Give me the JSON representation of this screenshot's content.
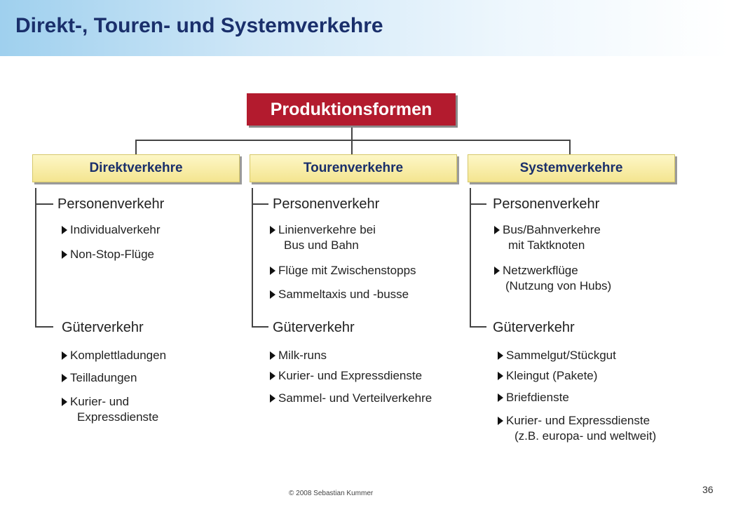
{
  "title": "Direkt-, Touren- und Systemverkehre",
  "root": "Produktionsformen",
  "columns": [
    {
      "label": "Direktverkehre",
      "passenger": {
        "heading": "Personenverkehr",
        "items": [
          {
            "lines": [
              "Individualverkehr"
            ]
          },
          {
            "lines": [
              "Non-Stop-Flüge"
            ]
          }
        ]
      },
      "freight": {
        "heading": "Güterverkehr",
        "items": [
          {
            "lines": [
              "Komplettladungen"
            ]
          },
          {
            "lines": [
              "Teilladungen"
            ]
          },
          {
            "lines": [
              "Kurier- und",
              "Expressdienste"
            ]
          }
        ]
      }
    },
    {
      "label": "Tourenverkehre",
      "passenger": {
        "heading": "Personenverkehr",
        "items": [
          {
            "lines": [
              "Linienverkehre bei",
              "Bus und Bahn"
            ]
          },
          {
            "lines": [
              "Flüge mit Zwischenstopps"
            ]
          },
          {
            "lines": [
              "Sammeltaxis und -busse"
            ]
          }
        ]
      },
      "freight": {
        "heading": "Güterverkehr",
        "items": [
          {
            "lines": [
              "Milk-runs"
            ]
          },
          {
            "lines": [
              "Kurier- und Expressdienste"
            ]
          },
          {
            "lines": [
              "Sammel- und Verteilverkehre"
            ]
          }
        ]
      }
    },
    {
      "label": "Systemverkehre",
      "passenger": {
        "heading": "Personenverkehr",
        "items": [
          {
            "lines": [
              "Bus/Bahnverkehre",
              "mit Taktknoten"
            ]
          },
          {
            "lines": [
              "Netzwerkflüge",
              "(Nutzung von Hubs)"
            ]
          }
        ]
      },
      "freight": {
        "heading": "Güterverkehr",
        "items": [
          {
            "lines": [
              "Sammelgut/Stückgut"
            ]
          },
          {
            "lines": [
              "Kleingut (Pakete)"
            ]
          },
          {
            "lines": [
              "Briefdienste"
            ]
          },
          {
            "lines": [
              "Kurier- und Expressdienste",
              "(z.B. europa- und weltweit)"
            ]
          }
        ]
      }
    }
  ],
  "footer": "© 2008 Sebastian Kummer",
  "page_number": "36",
  "colors": {
    "root_box": "#b31b2e",
    "category_box": "#f4e590",
    "title_text": "#1a2f6b"
  }
}
